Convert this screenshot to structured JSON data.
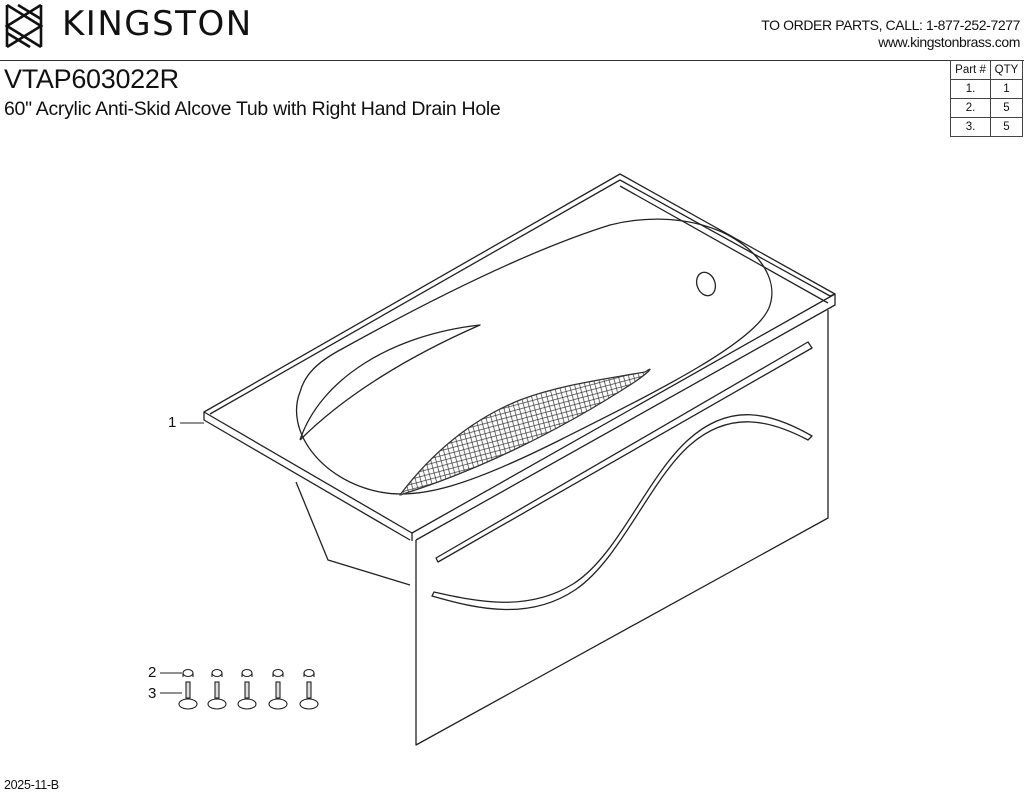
{
  "header": {
    "brand_name": "KINGSTON",
    "order_line": "TO ORDER PARTS, CALL: 1-877-252-7277",
    "website": "www.kingstonbrass.com"
  },
  "product": {
    "model": "VTAP603022R",
    "description": "60\" Acrylic Anti-Skid Alcove Tub with Right Hand Drain Hole"
  },
  "parts_table": {
    "headers": [
      "Part #",
      "QTY"
    ],
    "rows": [
      {
        "part": "1.",
        "qty": "1"
      },
      {
        "part": "2.",
        "qty": "5"
      },
      {
        "part": "3.",
        "qty": "5"
      }
    ]
  },
  "callouts": [
    "1",
    "2",
    "3"
  ],
  "footer": {
    "revision": "2025-11-B"
  }
}
